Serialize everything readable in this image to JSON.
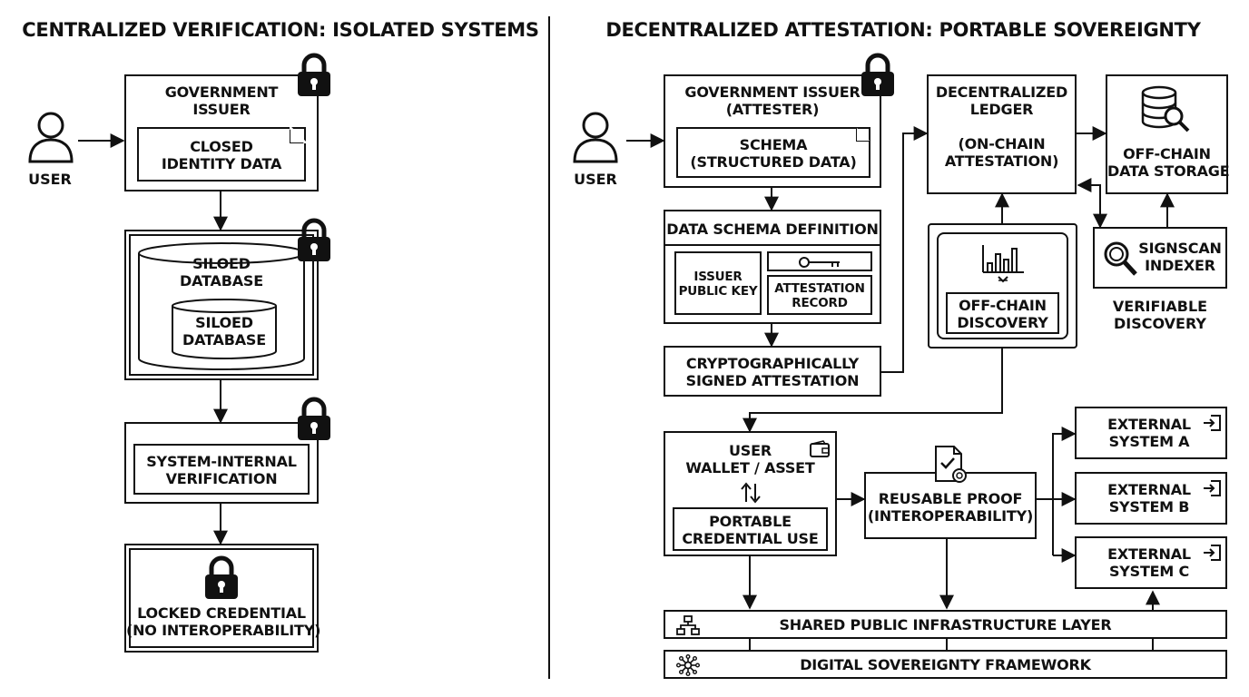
{
  "left": {
    "title": "CENTRALIZED VERIFICATION: ISOLATED SYSTEMS",
    "user_label": "USER",
    "government_issuer": "GOVERNMENT\nISSUER",
    "closed_identity": "CLOSED\nIDENTITY DATA",
    "siloed_outer": "SILOED\nDATABASE",
    "siloed_inner": "SILOED\nDATABASE",
    "system_internal": "SYSTEM-INTERNAL\nVERIFICATION",
    "locked_credential": "LOCKED CREDENTIAL\n(NO INTEROPERABILITY)"
  },
  "right": {
    "title": "DECENTRALIZED ATTESTATION: PORTABLE SOVEREIGNTY",
    "user_label": "USER",
    "gov_issuer": "GOVERNMENT ISSUER\n(ATTESTER)",
    "schema": "SCHEMA\n(STRUCTURED DATA)",
    "data_schema_def": "DATA SCHEMA DEFINITION",
    "issuer_public_key": "ISSUER\nPUBLIC KEY",
    "attestation_record": "ATTESTATION\nRECORD",
    "crypto_signed": "CRYPTOGRAPHICALLY\nSIGNED ATTESTATION",
    "ledger": "DECENTRALIZED\nLEDGER\n\n(ON-CHAIN\nATTESTATION)",
    "offchain_storage": "OFF-CHAIN\nDATA STORAGE",
    "offchain_discovery": "OFF-CHAIN\nDISCOVERY",
    "signscan": "SIGNSCAN\nINDEXER",
    "verifiable_discovery": "VERIFIABLE\nDISCOVERY",
    "user_wallet": "USER\nWALLET / ASSET",
    "portable_use": "PORTABLE\nCREDENTIAL USE",
    "reusable_proof": "REUSABLE PROOF\n(INTEROPERABILITY)",
    "external_a": "EXTERNAL\nSYSTEM A",
    "external_b": "EXTERNAL\nSYSTEM B",
    "external_c": "EXTERNAL\nSYSTEM C",
    "shared_layer": "SHARED PUBLIC INFRASTRUCTURE LAYER",
    "sovereignty_framework": "DIGITAL SOVEREIGNTY FRAMEWORK"
  },
  "icons": {
    "user": "user-icon",
    "lock": "padlock-icon",
    "document": "document-icon",
    "database": "database-icon",
    "search": "magnifier-icon",
    "chart": "bar-chart-icon",
    "key": "key-icon",
    "wallet": "wallet-icon",
    "exchange": "up-down-arrows-icon",
    "proof": "certificate-icon",
    "exit": "sign-in-icon",
    "network": "hierarchy-icon",
    "hub": "hub-icon"
  }
}
